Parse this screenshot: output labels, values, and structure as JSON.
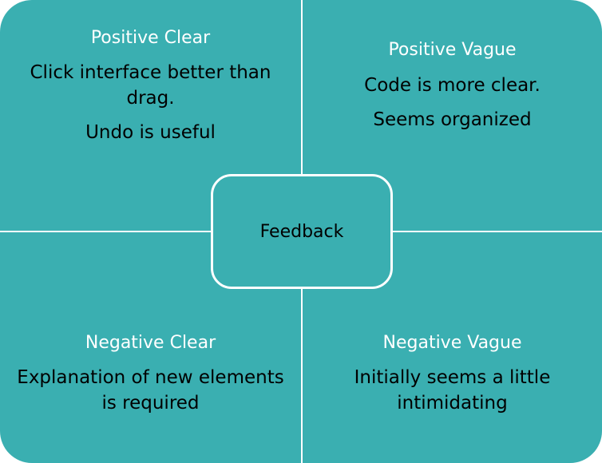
{
  "colors": {
    "fill": "#3aafb1",
    "divider": "#ffffff",
    "title_text": "#ffffff",
    "body_text": "#000000"
  },
  "center": {
    "label": "Feedback"
  },
  "quadrants": {
    "top_left": {
      "title": "Positive Clear",
      "items": [
        "Click interface better than drag.",
        "Undo is useful"
      ]
    },
    "top_right": {
      "title": "Positive Vague",
      "items": [
        "Code is more clear.",
        "Seems organized"
      ]
    },
    "bottom_left": {
      "title": "Negative Clear",
      "items": [
        "Explanation of new elements is required"
      ]
    },
    "bottom_right": {
      "title": "Negative Vague",
      "items": [
        "Initially seems a little intimidating"
      ]
    }
  }
}
